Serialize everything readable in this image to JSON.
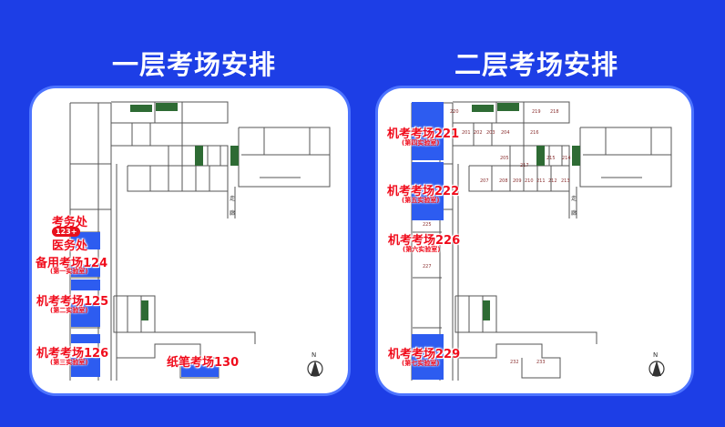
{
  "floor1": {
    "title": "一层考场安排",
    "labels": {
      "exam_office": "考务处",
      "badge": "123+",
      "medical_office": "医务处",
      "room124": "备用考场124",
      "room124_sub": "(第一实验室)",
      "room125": "机考考场125",
      "room125_sub": "(第二实验室)",
      "room126": "机考考场126",
      "room126_sub": "(第三实验室)",
      "room130": "纸笔考场130"
    },
    "corridor": [
      "走",
      "廊"
    ]
  },
  "floor2": {
    "title": "二层考场安排",
    "labels": {
      "room221": "机考考场221",
      "room221_sub": "(第四实验室)",
      "room222": "机考考场222",
      "room222_sub": "(第五实验室)",
      "room226": "机考考场226",
      "room226_sub": "(第六实验室)",
      "room229": "机考考场229",
      "room229_sub": "(第七实验室)"
    },
    "room_numbers": [
      "220",
      "219",
      "218",
      "201",
      "202",
      "203",
      "204",
      "216",
      "205",
      "215",
      "214",
      "217",
      "207",
      "208",
      "209",
      "210",
      "211",
      "212",
      "213",
      "225",
      "227",
      "232",
      "233"
    ],
    "corridor": [
      "走",
      "廊"
    ]
  },
  "compass_label": "N",
  "colors": {
    "background": "#1d3ee6",
    "exam_room": "#2d5cf0",
    "label": "#f00c1c",
    "exit_sign": "#2e6b34"
  },
  "icons": {
    "badge": "phone-plus-icon",
    "compass": "north-arrow-icon",
    "exit": "exit-sign-icon"
  }
}
